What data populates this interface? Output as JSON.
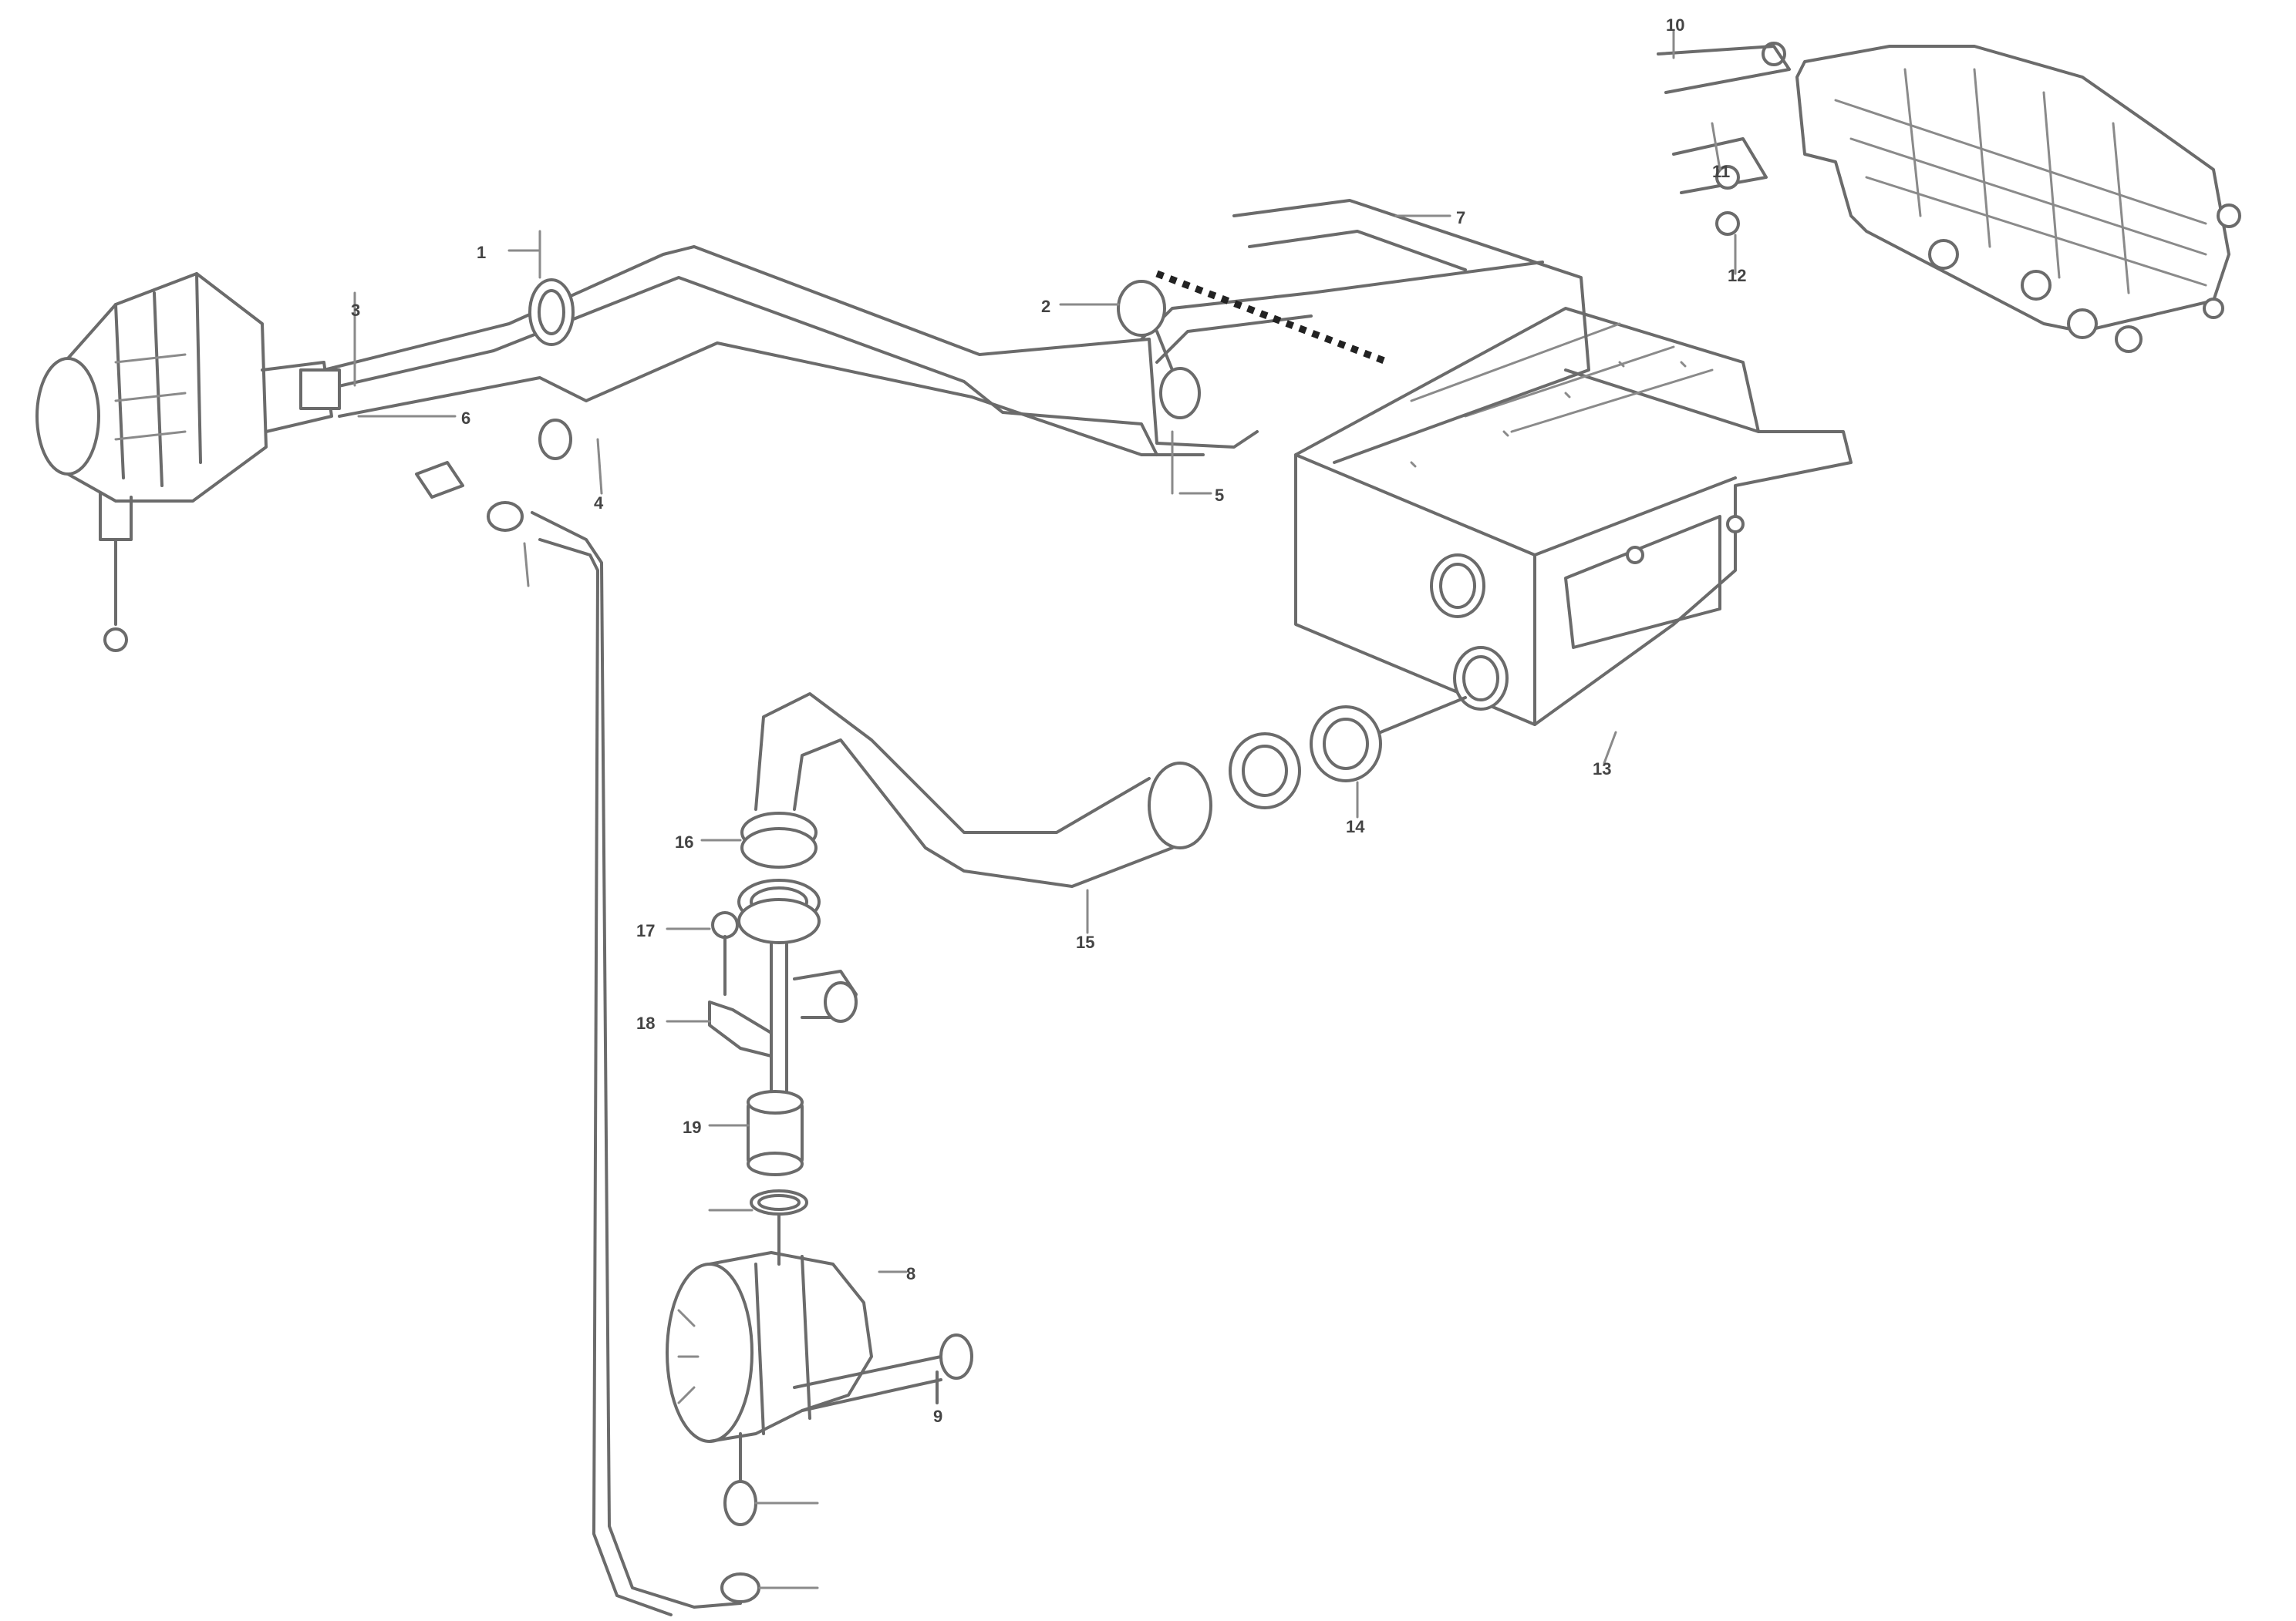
{
  "callouts": [
    "1",
    "2",
    "3",
    "4",
    "5",
    "6",
    "7",
    "8",
    "9",
    "10",
    "11",
    "12",
    "13",
    "14",
    "15",
    "16",
    "17",
    "18",
    "19"
  ],
  "drawing_ref": {
    "line1": "",
    "line2": "",
    "code": ""
  }
}
